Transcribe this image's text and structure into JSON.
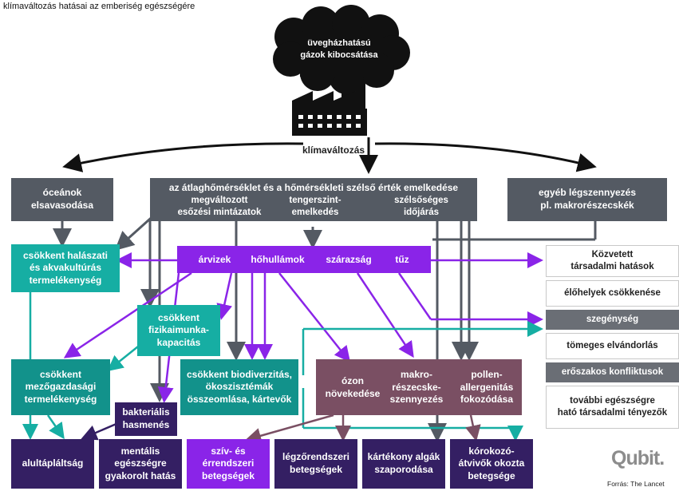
{
  "title": "klímaváltozás hatásai az emberiség egészségére",
  "cloud": "üvegházhatású\ngázok kibocsátása",
  "center_label": "klímaváltozás",
  "top_bar": {
    "title": "az átlaghőmérséklet és a hőmérsékleti szélső érték emelkedése",
    "items": [
      "megváltozott\nesőzési mintázatok",
      "tengerszint-\nemelkedés",
      "szélsőséges\nidőjárás"
    ]
  },
  "ocean_box": "óceánok\nelsavasodása",
  "pollution_box": "egyéb légszennyezés\npl. makrorészecskék",
  "fishing_box": "csökkent halászati\nés akvakultúrás\ntermelékenység",
  "events_bar": [
    "árvizek",
    "hőhullámok",
    "szárazság",
    "tűz"
  ],
  "work_box": "csökkent\nfizikaimunka-\nkapacitás",
  "agri_box": "csökkent\nmezőgazdasági\ntermelékenység",
  "biodiv_box": "csökkent biodiverzitás,\nökoszisztémák\nösszeomlása, kártevők",
  "air_box": [
    "ózon\nnövekedése",
    "makro-\nrészecske-\nszennyezés",
    "pollen-\nallergenitás\nfokozódása"
  ],
  "bacteria_box": "bakteriális\nhasmenés",
  "side_panel": [
    {
      "text": "Közvetett\ntársadalmi hatások",
      "style": "white"
    },
    {
      "text": "élőhelyek csökkenése",
      "style": "white"
    },
    {
      "text": "szegénység",
      "style": "gray"
    },
    {
      "text": "tömeges elvándorlás",
      "style": "white"
    },
    {
      "text": "erőszakos konfliktusok",
      "style": "gray"
    },
    {
      "text": "további egészségre\nható társadalmi tényezők",
      "style": "white"
    }
  ],
  "outcomes": [
    "alultápláltság",
    "mentális\negészségre\ngyakorolt hatás",
    "szív- és\nérrendszeri\nbetegségek",
    "légzőrendszeri\nbetegségek",
    "kártékony algák\nszaporodása",
    "kórokozó-\nátvivők okozta\nbetegsége"
  ],
  "logo": "Qubit.",
  "source": "Forrás: The Lancet",
  "colors": {
    "dark": "#545a63",
    "teal": "#16aea3",
    "purple": "#8a24e8",
    "mauve": "#7a4f63",
    "navy": "#341f63",
    "gray": "#6a6e75"
  }
}
